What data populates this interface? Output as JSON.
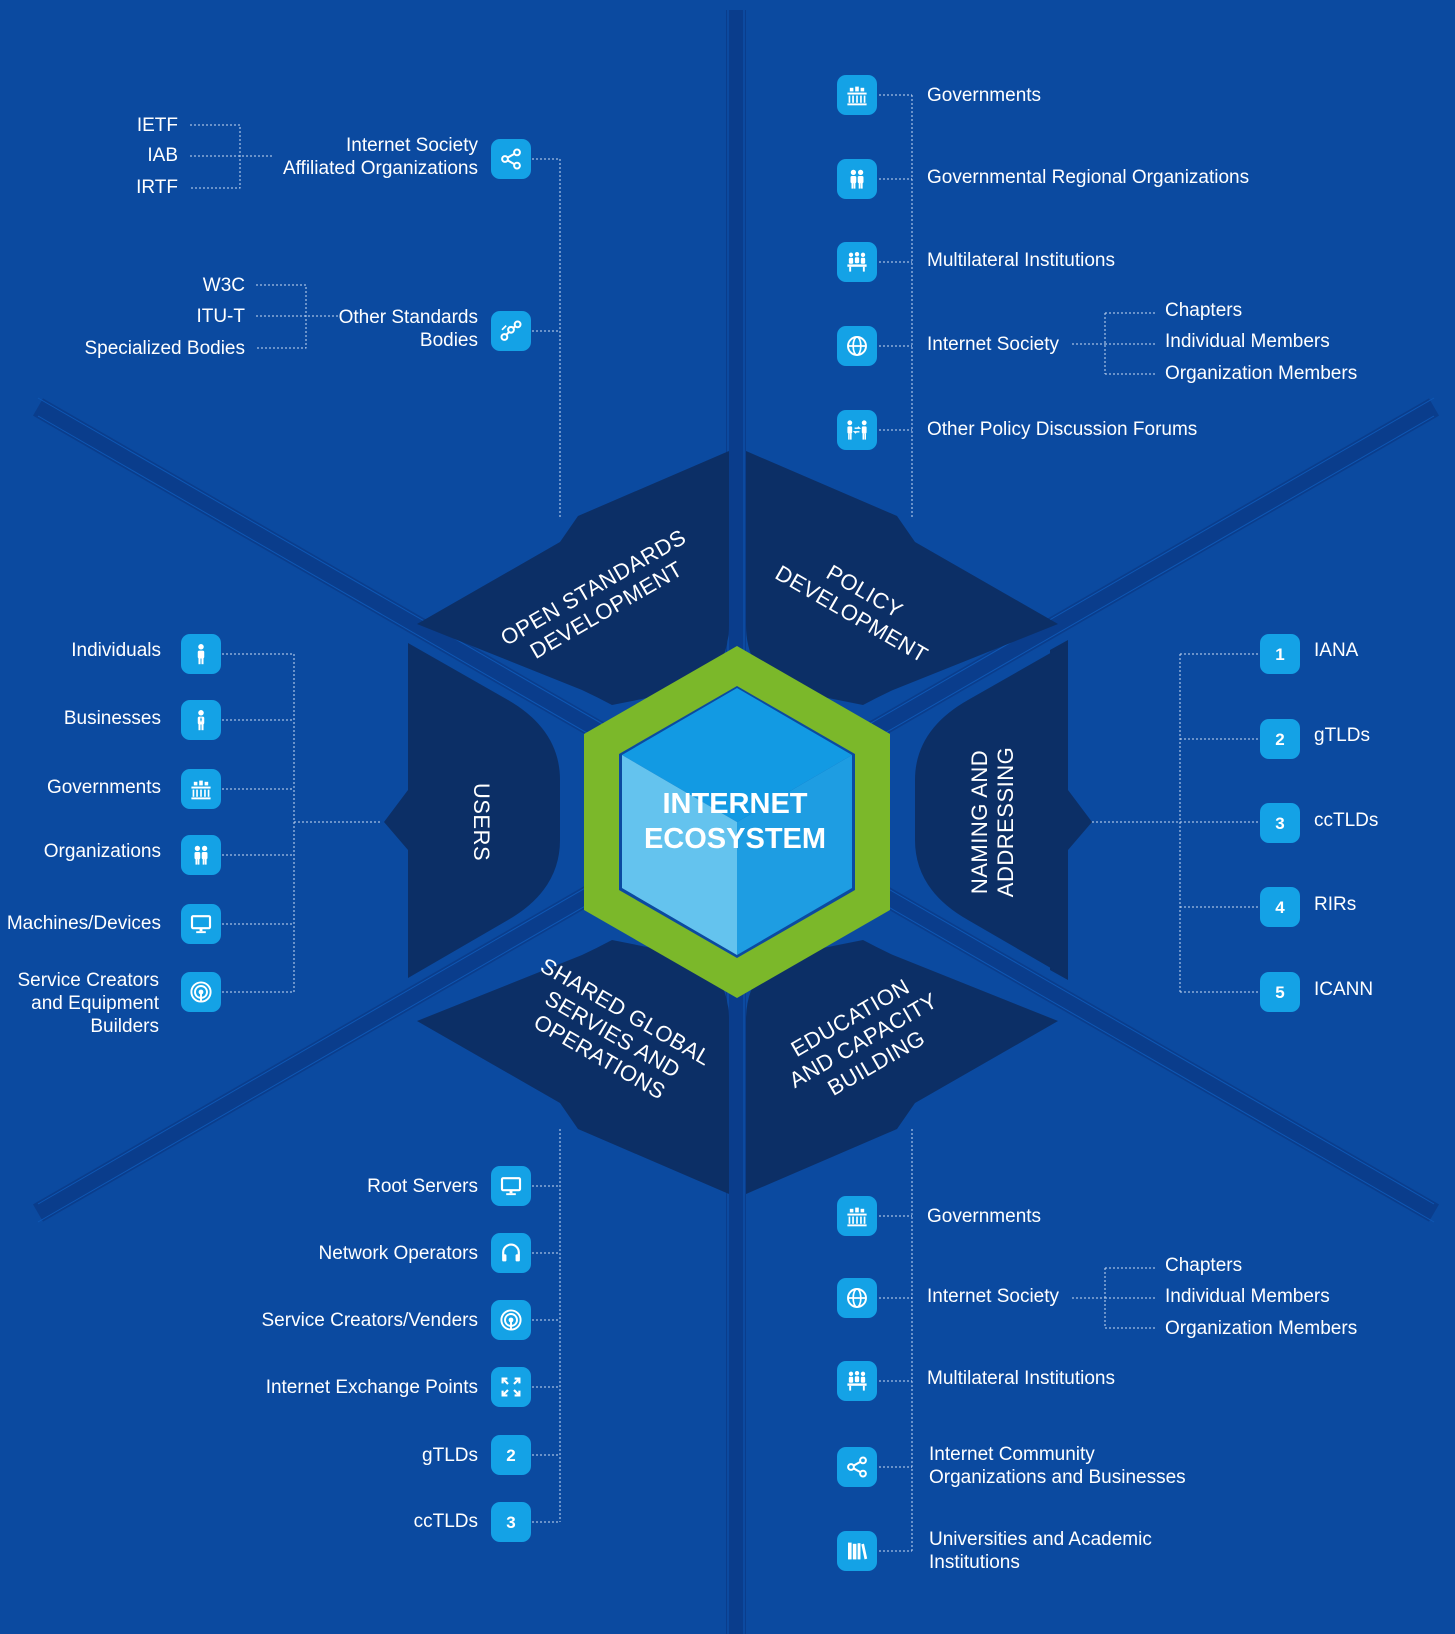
{
  "core": {
    "line1": "INTERNET",
    "line2": "ECOSYSTEM"
  },
  "sections": {
    "open_standards": {
      "line1": "OPEN STANDARDS",
      "line2": "DEVELOPMENT"
    },
    "policy": {
      "line1": "POLICY",
      "line2": "DEVELOPMENT"
    },
    "naming": {
      "line1": "NAMING AND",
      "line2": "ADDRESSING"
    },
    "education": {
      "line1": "EDUCATION",
      "line2": "AND CAPACITY",
      "line3": "BUILDING"
    },
    "shared": {
      "line1": "SHARED GLOBAL",
      "line2": "SERVIES AND",
      "line3": "OPERATIONS"
    },
    "users": {
      "line1": "USERS"
    }
  },
  "open_standards": {
    "isoc_affiliated": {
      "label_line1": "Internet Society",
      "label_line2": "Affiliated Organizations",
      "icon": "share-icon",
      "children": [
        "IETF",
        "IAB",
        "IRTF"
      ]
    },
    "other_standards": {
      "label_line1": "Other Standards",
      "label_line2": "Bodies",
      "icon": "link-nodes-icon",
      "children": [
        "W3C",
        "ITU-T",
        "Specialized Bodies"
      ]
    }
  },
  "policy": {
    "items": [
      {
        "label": "Governments",
        "icon": "government-building-icon"
      },
      {
        "label": "Governmental Regional Organizations",
        "icon": "people-pair-icon"
      },
      {
        "label": "Multilateral Institutions",
        "icon": "people-group-icon"
      },
      {
        "label": "Internet Society",
        "icon": "globe-icon",
        "children": [
          "Chapters",
          "Individual Members",
          "Organization Members"
        ]
      },
      {
        "label": "Other Policy Discussion Forums",
        "icon": "people-exchange-icon"
      }
    ]
  },
  "naming": {
    "items": [
      {
        "num": "1",
        "label": "IANA"
      },
      {
        "num": "2",
        "label": "gTLDs"
      },
      {
        "num": "3",
        "label": "ccTLDs"
      },
      {
        "num": "4",
        "label": "RIRs"
      },
      {
        "num": "5",
        "label": "ICANN"
      }
    ]
  },
  "users": {
    "items": [
      {
        "label": "Individuals",
        "icon": "person-icon"
      },
      {
        "label": "Businesses",
        "icon": "businessperson-icon"
      },
      {
        "label": "Governments",
        "icon": "government-building-icon"
      },
      {
        "label": "Organizations",
        "icon": "people-pair-icon"
      },
      {
        "label": "Machines/Devices",
        "icon": "monitor-icon"
      },
      {
        "label_line1": "Service Creators",
        "label_line2": "and Equipment",
        "label_line3": "Builders",
        "icon": "broadcast-icon"
      }
    ]
  },
  "shared": {
    "items": [
      {
        "label": "Root Servers",
        "icon": "monitor-icon"
      },
      {
        "label": "Network Operators",
        "icon": "headset-icon"
      },
      {
        "label": "Service Creators/Venders",
        "icon": "broadcast-icon"
      },
      {
        "label": "Internet Exchange Points",
        "icon": "expand-arrows-icon"
      },
      {
        "label": "gTLDs",
        "num": "2"
      },
      {
        "label": "ccTLDs",
        "num": "3"
      }
    ]
  },
  "education": {
    "items": [
      {
        "label": "Governments",
        "icon": "government-building-icon"
      },
      {
        "label": "Internet Society",
        "icon": "globe-icon",
        "children": [
          "Chapters",
          "Individual Members",
          "Organization Members"
        ]
      },
      {
        "label": "Multilateral Institutions",
        "icon": "people-group-icon"
      },
      {
        "label_line1": "Internet Community",
        "label_line2": "Organizations and Businesses",
        "icon": "share-icon"
      },
      {
        "label_line1": "Universities and Academic",
        "label_line2": "Institutions",
        "icon": "books-icon"
      }
    ]
  },
  "colors": {
    "background": "#0b4aa0",
    "sector": "#0c2f66",
    "channel": "#0a3d8c",
    "hex_ring": "#7bb82a",
    "cube_left": "#64c3ee",
    "cube_right": "#1e9de2",
    "cube_top": "#129ae3",
    "icon_tile": "#14a2e6"
  }
}
